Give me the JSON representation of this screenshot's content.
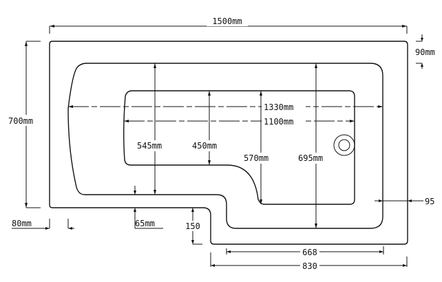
{
  "diagram": {
    "title": "L-shaped bath dimension drawing",
    "line_color": "#111111",
    "background": "#ffffff",
    "dimensions": {
      "overall_length": "1500mm",
      "overall_width": "700mm",
      "rim_top": "90mm",
      "rim_left": "80mm",
      "inner_bottom_step": "65mm",
      "step_depth": "150",
      "rim_right": "95",
      "internal_length_upper": "1330mm",
      "internal_length_lower": "1100mm",
      "depth_a": "545mm",
      "depth_b": "450mm",
      "depth_c": "570mm",
      "depth_d": "695mm",
      "extension_inner_width": "668",
      "extension_outer_width": "830"
    },
    "features": [
      "outer-rim",
      "inner-basin",
      "base-floor",
      "waste-outlet"
    ]
  }
}
